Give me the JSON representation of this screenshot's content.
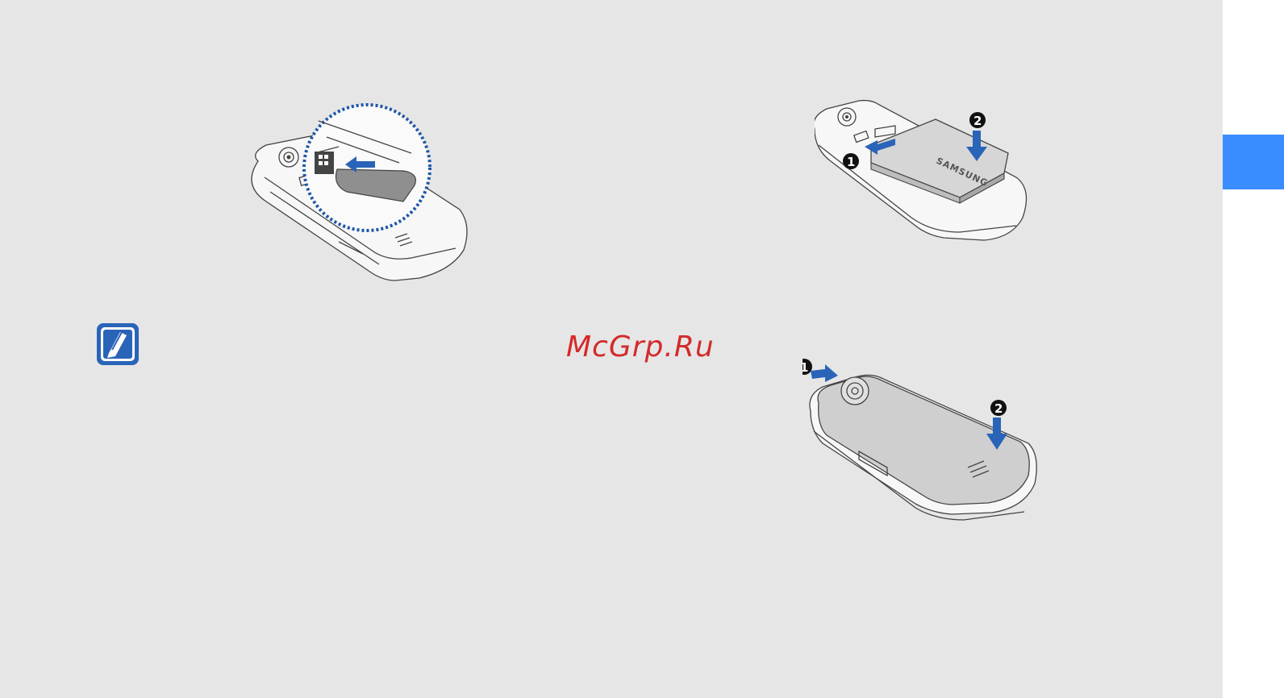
{
  "watermark": {
    "text": "McGrp.Ru"
  },
  "battery_illustration": {
    "step_1": "1",
    "step_2": "2",
    "battery_brand": "SAMSUNG"
  },
  "cover_illustration": {
    "step_1": "1",
    "step_2": "2"
  },
  "icons": {
    "note": "note-pencil-icon",
    "step_arrow": "blue-arrow"
  },
  "colors": {
    "page_background": "#e6e6e6",
    "chapter_tab": "#3a8dff",
    "arrow": "#2a64b8",
    "watermark": "#d42a2a",
    "note_icon": "#2a64b8"
  }
}
